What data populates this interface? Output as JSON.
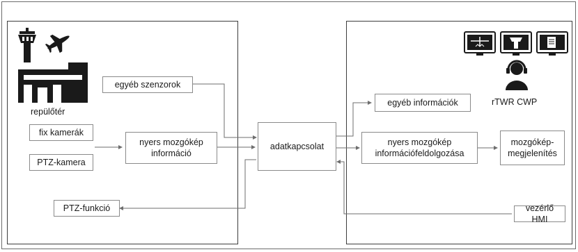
{
  "labels": {
    "airport": "repülőtér",
    "cwp": "rTWR CWP"
  },
  "boxes": {
    "other_sensors": "egyéb szenzorok",
    "fixed_cameras": "fix kamerák",
    "ptz_camera": "PTZ-kamera",
    "raw_video_info": "nyers mozgókép\ninformáció",
    "ptz_function": "PTZ-funkció",
    "data_link": "adatkapcsolat",
    "other_info": "egyéb információk",
    "raw_video_processing": "nyers mozgókép\ninformációfeldolgozása",
    "video_display": "mozgókép-\nmegjelenítés",
    "control_hmi": "vezérlő HMI"
  },
  "colors": {
    "panel_border": "#3c3c3c",
    "box_border": "#8a8a8a",
    "arrow": "#6e6e6e",
    "icon": "#1a1a1a"
  },
  "icons": [
    "control-tower-icon",
    "airplane-icon",
    "terminal-building-icon",
    "monitor-radar-icon",
    "monitor-tower-icon",
    "monitor-flight-strip-icon",
    "headset-operator-icon"
  ]
}
